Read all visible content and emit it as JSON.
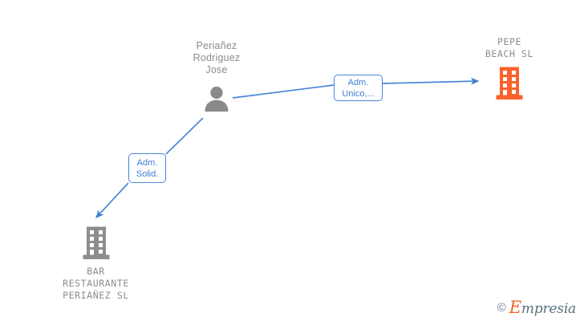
{
  "diagram": {
    "type": "corporate-relationship-graph",
    "background_color": "#ffffff",
    "edge_color": "#4a87d6",
    "person_color": "#8a8a8a",
    "company_active_color": "#f9622c",
    "company_inactive_color": "#8d8d8d",
    "nodes": [
      {
        "id": "person-perianez",
        "kind": "person",
        "icon": "person-icon",
        "label": "Periañez\nRodriguez\nJose",
        "label_lines": [
          "Periañez",
          "Rodriguez",
          "Jose"
        ],
        "color": "#8a8a8a"
      },
      {
        "id": "company-pepe-beach",
        "kind": "company",
        "icon": "building-icon",
        "label": "PEPE\nBEACH SL",
        "label_lines": [
          "PEPE",
          "BEACH SL"
        ],
        "color": "#f9622c"
      },
      {
        "id": "company-bar-restaurante",
        "kind": "company",
        "icon": "building-icon",
        "label": "BAR\nRESTAURANTE\nPERIAÑEZ SL",
        "label_lines": [
          "BAR",
          "RESTAURANTE",
          "PERIAÑEZ SL"
        ],
        "color": "#8d8d8d"
      }
    ],
    "edges": [
      {
        "id": "edge-adm-unico",
        "from": "person-perianez",
        "to": "company-pepe-beach",
        "label": "Adm.\nUnico,...",
        "label_lines": [
          "Adm.",
          "Unico,..."
        ],
        "arrow": "to-target"
      },
      {
        "id": "edge-adm-solid",
        "from": "person-perianez",
        "to": "company-bar-restaurante",
        "label": "Adm.\nSolid.",
        "label_lines": [
          "Adm.",
          "Solid."
        ],
        "arrow": "to-target"
      }
    ]
  },
  "watermark": {
    "copyright_symbol": "©",
    "brand_first_letter": "E",
    "brand_rest": "mpresia"
  }
}
